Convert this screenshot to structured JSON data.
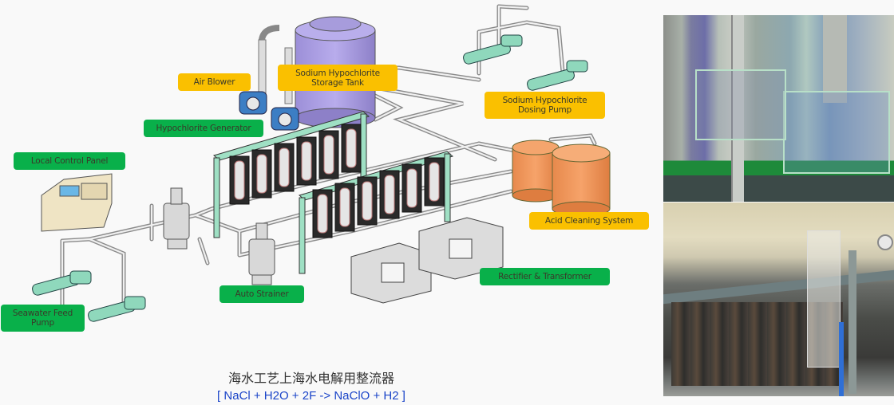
{
  "diagram": {
    "labels": {
      "air_blower": "Air Blower",
      "storage_tank": "Sodium Hypochlorite\nStorage Tank",
      "hypochlorite_generator": "Hypochlorite Generator",
      "local_control_panel": "Local Control Panel",
      "dosing_pump": "Sodium Hypochlorite\nDosing Pump",
      "acid_cleaning": "Acid Cleaning System",
      "rectifier": "Rectifier & Transformer",
      "auto_strainer": "Auto Strainer",
      "seawater_pump": "Seawater Feed\nPump"
    },
    "label_colors": {
      "green": "#09b04a",
      "yellow": "#fac000"
    },
    "caption_chinese": "海水工艺上海水电解用整流器",
    "caption_equation": "[ NaCl + H2O + 2F -> NaClO + H2 ]",
    "equation_color": "#1a44c8"
  },
  "photos": [
    {
      "subject": "electrolyzer-installation-photo"
    },
    {
      "subject": "electrolytic-cell-stack-photo"
    }
  ]
}
